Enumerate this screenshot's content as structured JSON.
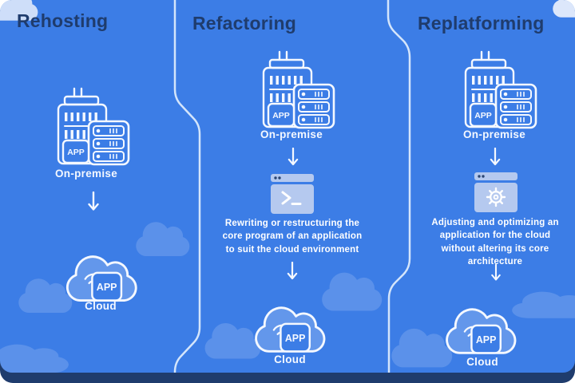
{
  "page": {
    "background_color": "#ffffff",
    "panel_color": "#3c7de6",
    "base_color": "#1f3c6d",
    "divider_color": "#dcebfc",
    "icon_stroke_color": "#f4f8ff",
    "window_fill_color": "#b5c9ef",
    "decorative_cloud_color": "rgba(255,255,255,0.16)"
  },
  "columns": [
    {
      "title": "Rehosting",
      "source_label": "On-premise",
      "source_app_badge": "APP",
      "target_label": "Cloud",
      "target_app_badge": "APP"
    },
    {
      "title": "Refactoring",
      "source_label": "On-premise",
      "source_app_badge": "APP",
      "window_icon": "terminal",
      "description": "Rewriting or restructuring the core program of an application to suit the cloud environment",
      "target_label": "Cloud",
      "target_app_badge": "APP"
    },
    {
      "title": "Replatforming",
      "source_label": "On-premise",
      "source_app_badge": "APP",
      "window_icon": "gear",
      "description": "Adjusting and optimizing an application for the cloud without altering its core architecture",
      "target_label": "Cloud",
      "target_app_badge": "APP"
    }
  ]
}
